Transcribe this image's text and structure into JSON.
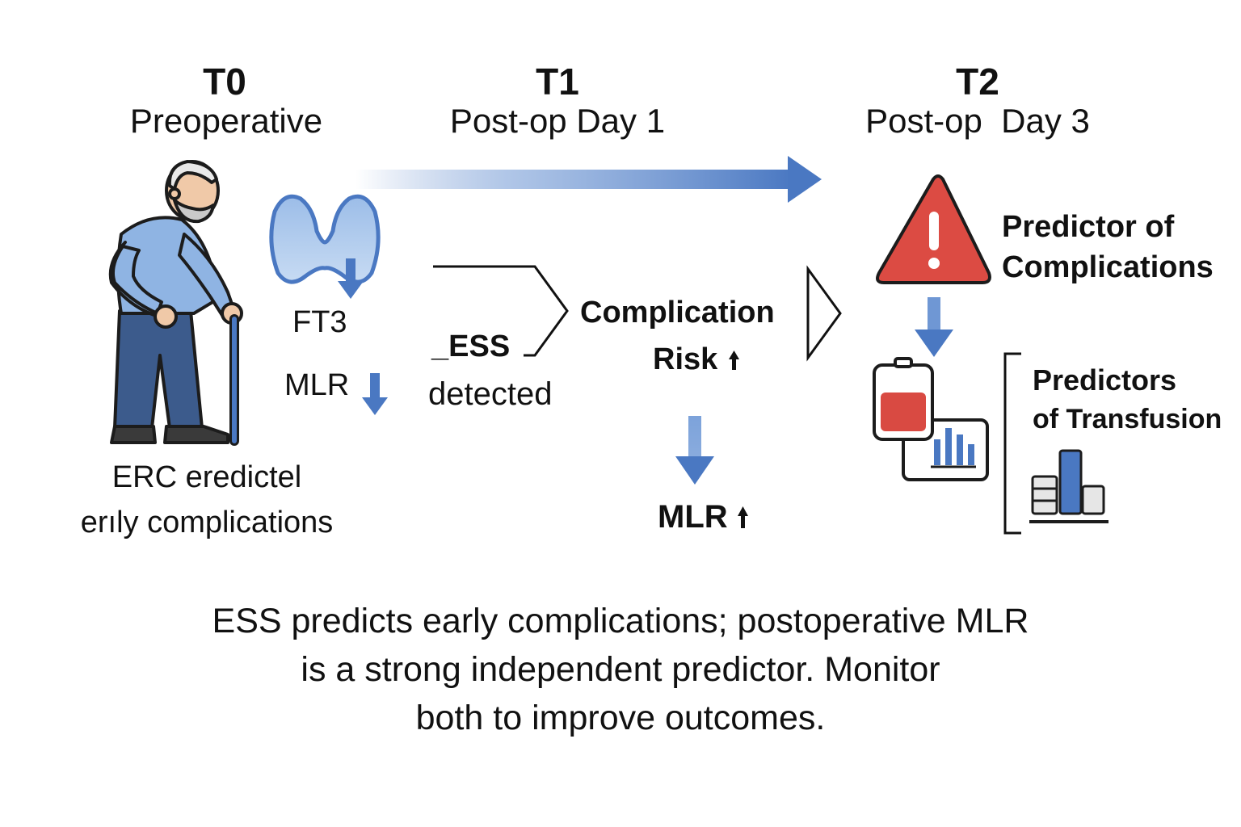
{
  "phases": [
    {
      "code": "T0",
      "label": "Preoperative"
    },
    {
      "code": "T1",
      "label": "Post-op Day 1"
    },
    {
      "code": "T2",
      "label": "Post-op  Day 3"
    }
  ],
  "t0": {
    "ft3_label": "FT3",
    "mlr_label": "MLR",
    "caption_line1": "ERC eredictel",
    "caption_line2": "erıly complications"
  },
  "t1": {
    "ess_label": "_ESS",
    "detected_label": "detected",
    "risk_line1": "Complication",
    "risk_line2": "Risk",
    "mlr_label": "MLR"
  },
  "t2": {
    "complications_line1": "Predictor of",
    "complications_line2": "Complications",
    "transfusion_line1": "Predictors",
    "transfusion_line2": "of Transfusion"
  },
  "summary": {
    "line1": "ESS predicts early complications; postoperative MLR",
    "line2": "is a strong independent predictor. Monitor",
    "line3": "both to improve outcomes."
  },
  "colors": {
    "accent_blue": "#4a78c2",
    "light_blue": "#8fb4e3",
    "warning_red": "#dc4b43",
    "blood_red": "#d94a42",
    "navy": "#2e4a75"
  },
  "icons": [
    "elderly-patient-icon",
    "thyroid-icon",
    "warning-icon",
    "blood-bag-icon",
    "bar-chart-icon"
  ]
}
